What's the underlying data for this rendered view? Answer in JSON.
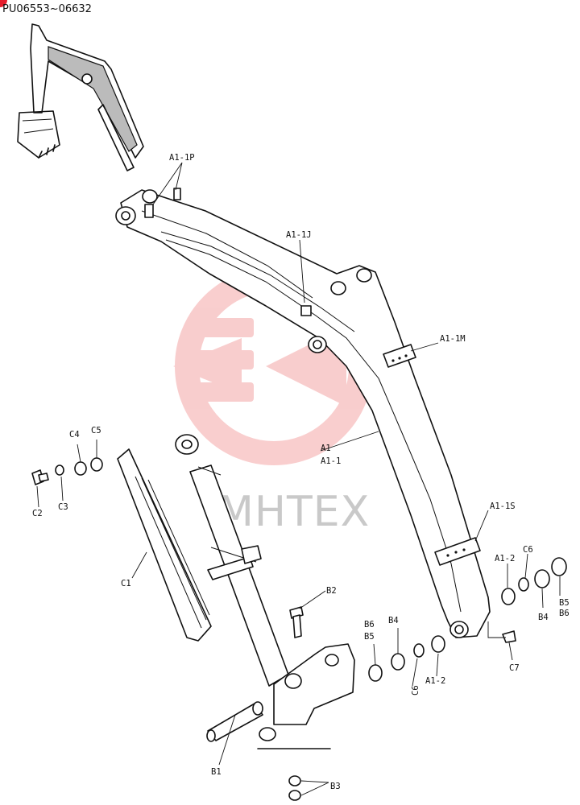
{
  "header": {
    "serial_range": "PU06553~06632"
  },
  "watermark": {
    "text": "MHTEX",
    "color": "#f4a6a6"
  },
  "parts": {
    "a1_1p": "A1-1P",
    "a1_1j": "A1-1J",
    "a1_1m": "A1-1M",
    "a1": "A1",
    "a1_1": "A1-1",
    "a1_1s": "A1-1S",
    "a1_2_right": "A1-2",
    "a1_2_bottom": "A1-2",
    "c1": "C1",
    "c2": "C2",
    "c3": "C3",
    "c4": "C4",
    "c5": "C5",
    "c6_right": "C6",
    "c6_bottom": "C6",
    "c7": "C7",
    "b1": "B1",
    "b2": "B2",
    "b3": "B3",
    "b4_right": "B4",
    "b4_bottom": "B4",
    "b5_right": "B5",
    "b6_right": "B6",
    "b5_bottom": "B5",
    "b6_bottom": "B6"
  }
}
